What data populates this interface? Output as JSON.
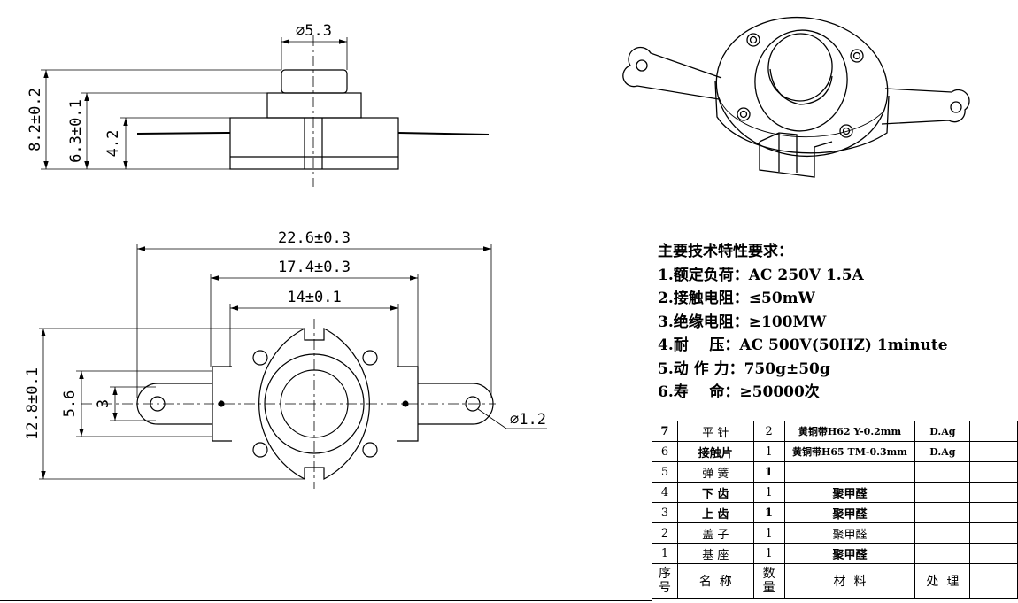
{
  "dimensions": {
    "top_diameter": "⌀5.3",
    "height_total": "8.2±0.2",
    "height_body": "6.3±0.1",
    "height_base": "4.2",
    "width_overall": "22.6±0.3",
    "width_holes": "17.4±0.3",
    "width_body": "14±0.1",
    "height_plan": "12.8±0.1",
    "tab_width": "5.6",
    "tab_inner": "3",
    "hole_diameter": "⌀1.2"
  },
  "specs": {
    "title": "主要技术特性要求：",
    "lines": [
      "1.额定负荷：AC 250V 1.5A",
      "2.接触电阻：≤50mW",
      "3.绝缘电阻：≥100MW",
      "4.耐    压：AC 500V(50HZ) 1minute",
      "5.动 作 力：750g±50g",
      "6.寿    命：≥50000次"
    ]
  },
  "bom": {
    "rows": [
      {
        "no": "7",
        "name": "平 针",
        "qty": "2",
        "material": "黄铜带H62 Y-0.2mm",
        "treatment": "D.Ag"
      },
      {
        "no": "6",
        "name": "接触片",
        "qty": "1",
        "material": "黄铜带H65 TM-0.3mm",
        "treatment": "D.Ag"
      },
      {
        "no": "5",
        "name": "弹 簧",
        "qty": "1",
        "material": "",
        "treatment": ""
      },
      {
        "no": "4",
        "name": "下 齿",
        "qty": "1",
        "material": "聚甲醛",
        "treatment": ""
      },
      {
        "no": "3",
        "name": "上 齿",
        "qty": "1",
        "material": "聚甲醛",
        "treatment": ""
      },
      {
        "no": "2",
        "name": "盖 子",
        "qty": "1",
        "material": "聚甲醛",
        "treatment": ""
      },
      {
        "no": "1",
        "name": "基 座",
        "qty": "1",
        "material": "聚甲醛",
        "treatment": ""
      }
    ],
    "header": {
      "no": "序\n号",
      "name": "名  称",
      "qty": "数\n量",
      "material": "材  料",
      "treatment": "处  理"
    }
  }
}
